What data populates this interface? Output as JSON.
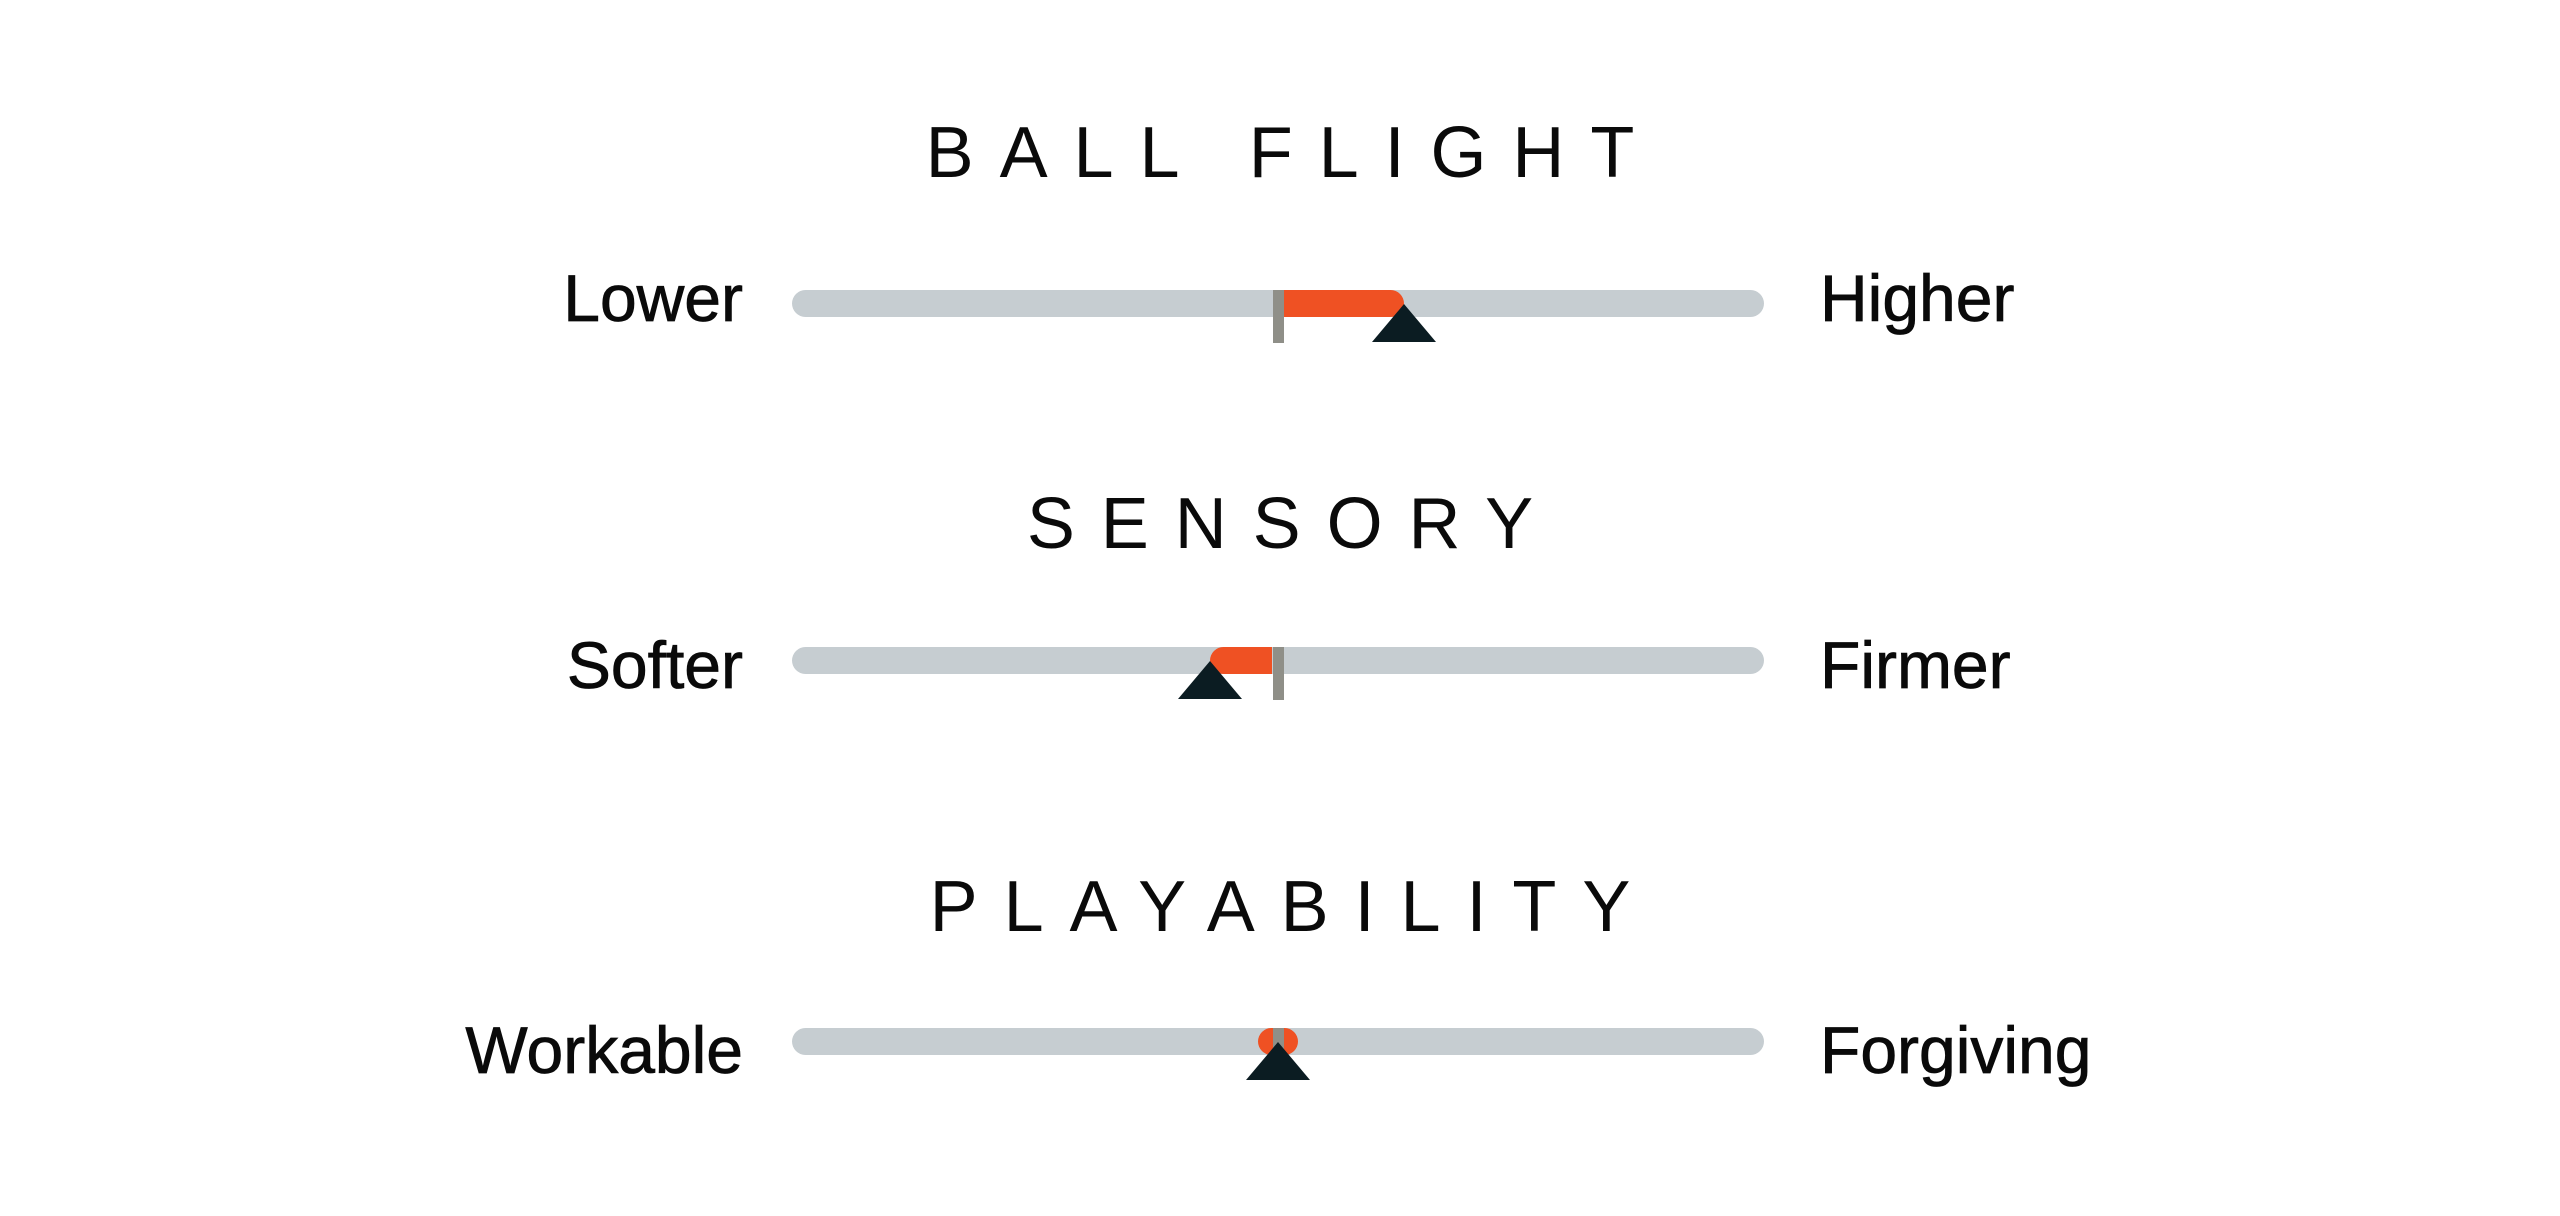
{
  "colors": {
    "track": "#c6cdd1",
    "fill": "#ef5123",
    "reference_tick": "#8f8f88",
    "pointer": "#0b1c22",
    "text": "#0a0a0a"
  },
  "chart_data": {
    "type": "bar",
    "title": "",
    "scale": {
      "min": 0,
      "max": 1,
      "reference": 0.5
    },
    "categories": [
      "BALL FLIGHT",
      "SENSORY",
      "PLAYABILITY"
    ],
    "values": [
      0.63,
      0.43,
      0.5
    ],
    "rows": [
      {
        "title": "BALL FLIGHT",
        "left_label": "Lower",
        "right_label": "Higher",
        "value": 0.63,
        "reference": 0.5
      },
      {
        "title": "SENSORY",
        "left_label": "Softer",
        "right_label": "Firmer",
        "value": 0.43,
        "reference": 0.5
      },
      {
        "title": "PLAYABILITY",
        "left_label": "Workable",
        "right_label": "Forgiving",
        "value": 0.5,
        "reference": 0.5
      }
    ]
  }
}
